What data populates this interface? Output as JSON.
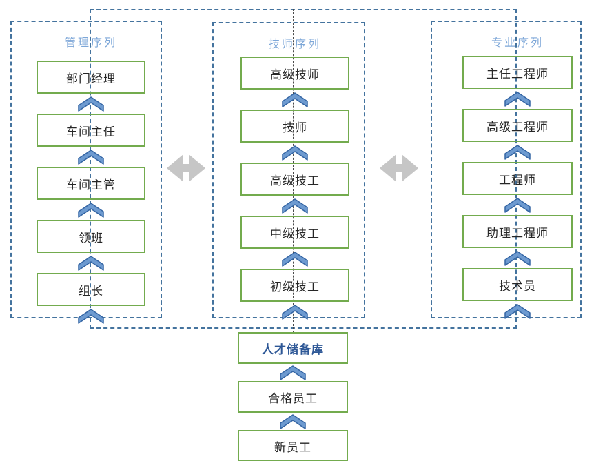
{
  "diagram": {
    "columns": [
      {
        "title": "管理序列",
        "boxes": [
          "部门经理",
          "车间主任",
          "车间主管",
          "领班",
          "组长"
        ]
      },
      {
        "title": "技师序列",
        "boxes": [
          "高级技师",
          "技师",
          "高级技工",
          "中级技工",
          "初级技工"
        ]
      },
      {
        "title": "专业序列",
        "boxes": [
          "主任工程师",
          "高级工程师",
          "工程师",
          "助理工程师",
          "技术员"
        ]
      }
    ],
    "bottom_stack": {
      "boxes": [
        "人才储备库",
        "合格员工",
        "新员工"
      ],
      "highlighted": "人才储备库"
    },
    "icons": {
      "up_chevron": "up-chevron",
      "double_arrow": "left-right-double-arrow"
    },
    "colors": {
      "dash_border": "#44739e",
      "box_border": "#73ab4e",
      "column_title_text": "#7da7d8",
      "reserve_text": "#2d5796",
      "box_text": "#262626",
      "chevron_fill": "#6d9ad0",
      "chevron_stroke": "#3465a4",
      "arrow_gray": "#c6c6c6"
    }
  }
}
